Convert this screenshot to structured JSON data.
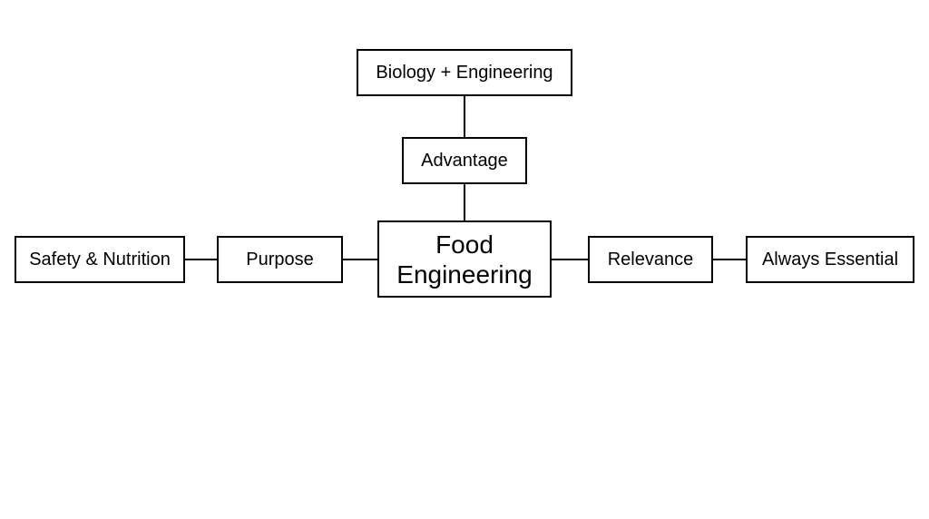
{
  "diagram": {
    "center": {
      "line1": "Food",
      "line2": "Engineering"
    },
    "top": [
      "Biology + Engineering",
      "Advantage"
    ],
    "left": [
      "Purpose",
      "Safety & Nutrition"
    ],
    "right": [
      "Relevance",
      "Always Essential"
    ]
  },
  "colors": {
    "stroke": "#000000",
    "background": "#ffffff",
    "text": "#000000"
  }
}
